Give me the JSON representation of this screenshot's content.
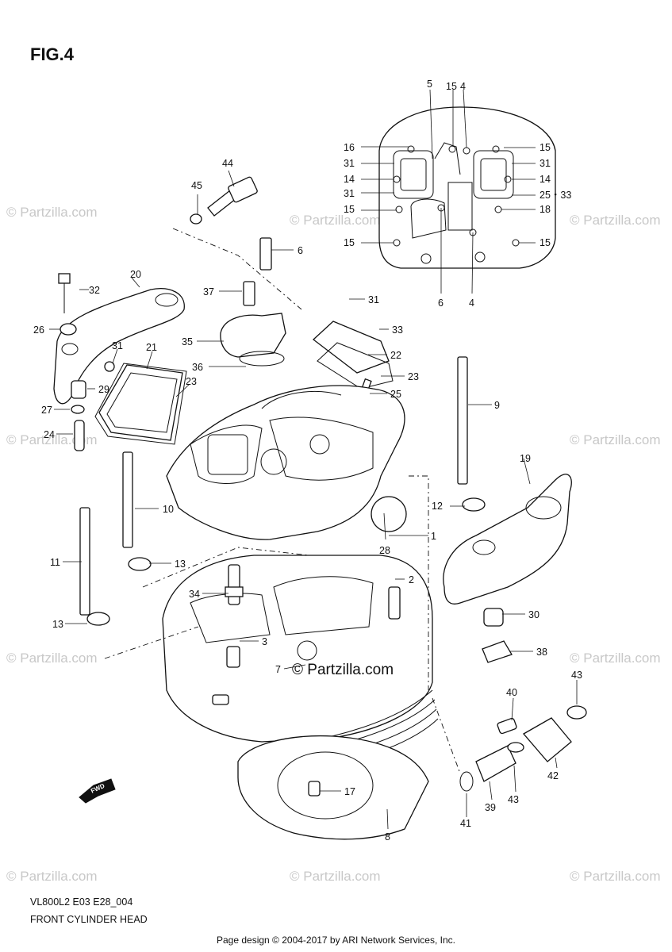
{
  "figure": {
    "title": "FIG.4"
  },
  "diagram": {
    "code": "VL800L2 E03 E28_004",
    "name": "FRONT CYLINDER HEAD",
    "watermark": "© Partzilla.com",
    "center_watermark": "© Partzilla.com",
    "fwd_label": "FWD",
    "callouts": [
      "5",
      "15",
      "4",
      "16",
      "15",
      "31",
      "31",
      "14",
      "14",
      "31",
      "25・33",
      "15",
      "18",
      "15",
      "15",
      "6",
      "4",
      "44",
      "45",
      "6",
      "20",
      "32",
      "37",
      "31",
      "26",
      "31",
      "21",
      "35",
      "33",
      "22",
      "36",
      "23",
      "23",
      "29",
      "25",
      "27",
      "9",
      "24",
      "19",
      "10",
      "12",
      "1",
      "28",
      "11",
      "13",
      "2",
      "34",
      "30",
      "13",
      "3",
      "38",
      "7",
      "43",
      "40",
      "42",
      "39",
      "43",
      "41",
      "17",
      "8"
    ]
  },
  "footer": {
    "text": "Page design © 2004-2017 by ARI Network Services, Inc."
  }
}
